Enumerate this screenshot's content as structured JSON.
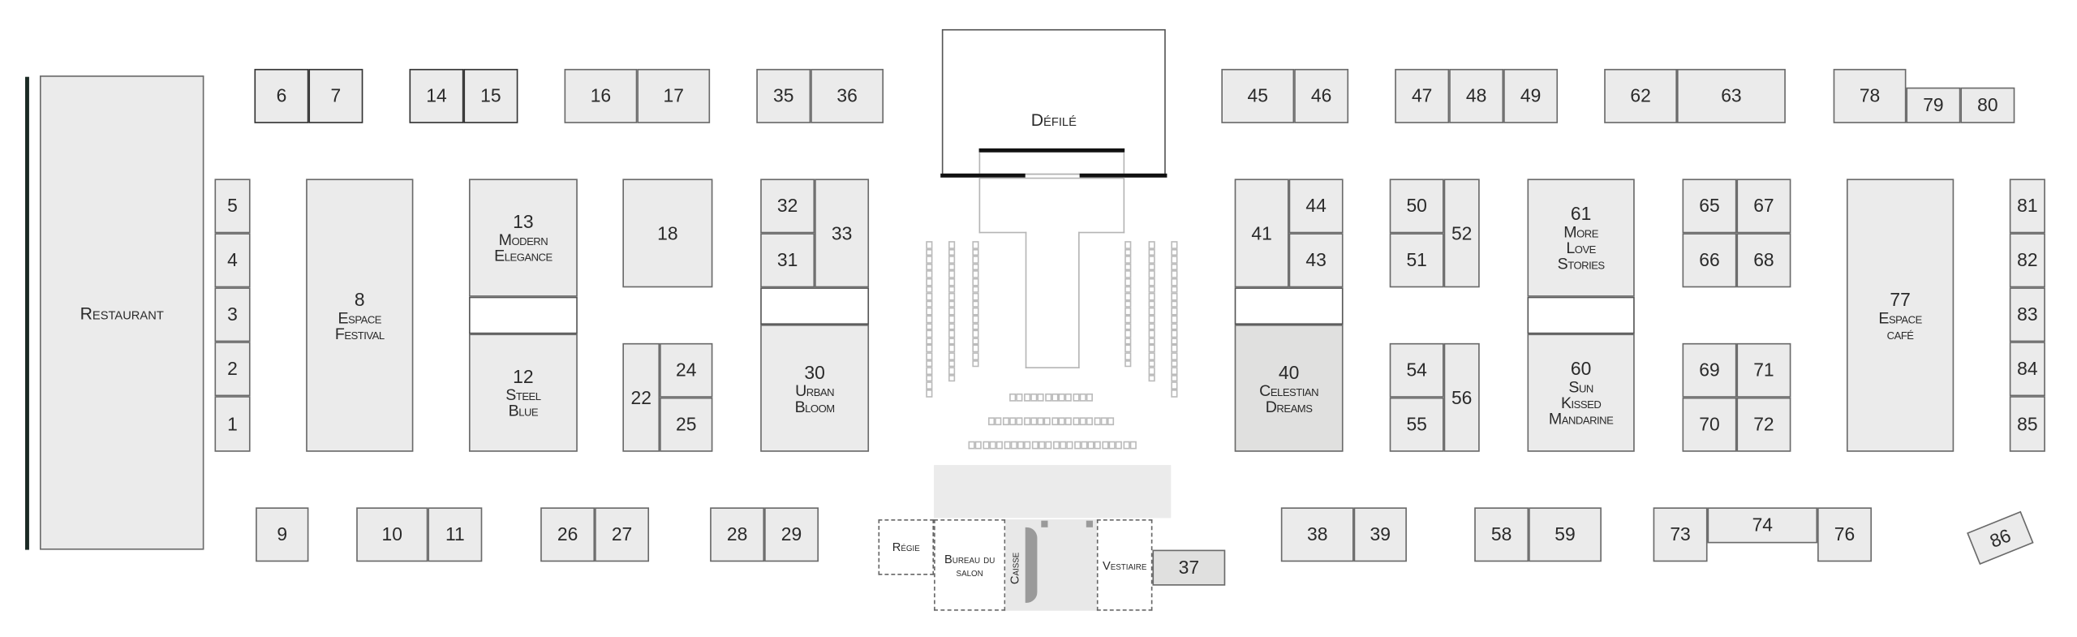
{
  "restaurant": "Restaurant",
  "defile": "Défilé",
  "facilities": {
    "regie": "Régie",
    "bureau": "Bureau du salon",
    "caisse": "Caisse",
    "vestiaire": "Vestiaire"
  },
  "booths": {
    "b1": {
      "number": "1"
    },
    "b2": {
      "number": "2"
    },
    "b3": {
      "number": "3"
    },
    "b4": {
      "number": "4"
    },
    "b5": {
      "number": "5"
    },
    "b6": {
      "number": "6"
    },
    "b7": {
      "number": "7"
    },
    "b8": {
      "number": "8",
      "name": "Espace Festival"
    },
    "b9": {
      "number": "9"
    },
    "b10": {
      "number": "10"
    },
    "b11": {
      "number": "11"
    },
    "b12": {
      "number": "12",
      "name": "Steel Blue"
    },
    "b13": {
      "number": "13",
      "name": "Modern Elegance"
    },
    "b14": {
      "number": "14"
    },
    "b15": {
      "number": "15"
    },
    "b16": {
      "number": "16"
    },
    "b17": {
      "number": "17"
    },
    "b18": {
      "number": "18"
    },
    "b22": {
      "number": "22"
    },
    "b24": {
      "number": "24"
    },
    "b25": {
      "number": "25"
    },
    "b26": {
      "number": "26"
    },
    "b27": {
      "number": "27"
    },
    "b28": {
      "number": "28"
    },
    "b29": {
      "number": "29"
    },
    "b30": {
      "number": "30",
      "name": "Urban Bloom"
    },
    "b31": {
      "number": "31"
    },
    "b32": {
      "number": "32"
    },
    "b33": {
      "number": "33"
    },
    "b35": {
      "number": "35"
    },
    "b36": {
      "number": "36"
    },
    "b37": {
      "number": "37"
    },
    "b38": {
      "number": "38"
    },
    "b39": {
      "number": "39"
    },
    "b40": {
      "number": "40",
      "name": "Celestian Dreams"
    },
    "b41": {
      "number": "41"
    },
    "b43": {
      "number": "43"
    },
    "b44": {
      "number": "44"
    },
    "b45": {
      "number": "45"
    },
    "b46": {
      "number": "46"
    },
    "b47": {
      "number": "47"
    },
    "b48": {
      "number": "48"
    },
    "b49": {
      "number": "49"
    },
    "b50": {
      "number": "50"
    },
    "b51": {
      "number": "51"
    },
    "b52": {
      "number": "52"
    },
    "b54": {
      "number": "54"
    },
    "b55": {
      "number": "55"
    },
    "b56": {
      "number": "56"
    },
    "b58": {
      "number": "58"
    },
    "b59": {
      "number": "59"
    },
    "b60": {
      "number": "60",
      "name": "Sun Kissed Mandarine"
    },
    "b61": {
      "number": "61",
      "name": "More Love Stories"
    },
    "b62": {
      "number": "62"
    },
    "b63": {
      "number": "63"
    },
    "b65": {
      "number": "65"
    },
    "b66": {
      "number": "66"
    },
    "b67": {
      "number": "67"
    },
    "b68": {
      "number": "68"
    },
    "b69": {
      "number": "69"
    },
    "b70": {
      "number": "70"
    },
    "b71": {
      "number": "71"
    },
    "b72": {
      "number": "72"
    },
    "b73": {
      "number": "73"
    },
    "b74": {
      "number": "74"
    },
    "b76": {
      "number": "76"
    },
    "b77": {
      "number": "77",
      "name": "Espace café"
    },
    "b78": {
      "number": "78"
    },
    "b79": {
      "number": "79"
    },
    "b80": {
      "number": "80"
    },
    "b81": {
      "number": "81"
    },
    "b82": {
      "number": "82"
    },
    "b83": {
      "number": "83"
    },
    "b84": {
      "number": "84"
    },
    "b85": {
      "number": "85"
    },
    "b86": {
      "number": "86"
    }
  }
}
